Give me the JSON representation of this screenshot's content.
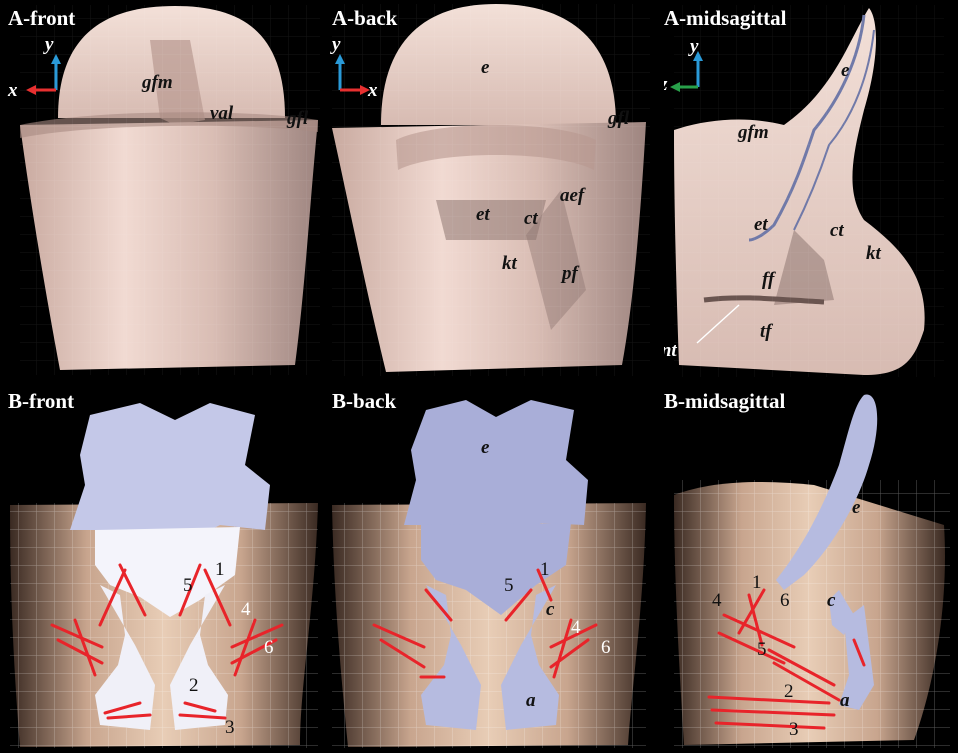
{
  "panels": {
    "a_front": {
      "title": "A-front",
      "axes": {
        "x": "x",
        "y": "y"
      },
      "labels": {
        "gfm": "gfm",
        "val": "val",
        "gfl": "gfl"
      }
    },
    "a_back": {
      "title": "A-back",
      "axes": {
        "x": "x",
        "y": "y"
      },
      "labels": {
        "e": "e",
        "gfl": "gfl",
        "et": "et",
        "ct": "ct",
        "aef": "aef",
        "kt": "kt",
        "pf": "pf"
      }
    },
    "a_mid": {
      "title": "A-midsagittal",
      "axes": {
        "z": "z",
        "y": "y"
      },
      "labels": {
        "e": "e",
        "gfm": "gfm",
        "et": "et",
        "ct": "ct",
        "kt": "kt",
        "ff": "ff",
        "vent": "vent",
        "tf": "tf"
      }
    },
    "b_front": {
      "title": "B-front",
      "numbers": {
        "n1": "1",
        "n5": "5",
        "n4": "4",
        "n6": "6",
        "n2": "2",
        "n3": "3"
      }
    },
    "b_back": {
      "title": "B-back",
      "labels": {
        "e": "e",
        "c": "c",
        "a": "a"
      },
      "numbers": {
        "n1": "1",
        "n5": "5",
        "n4": "4",
        "n6": "6"
      }
    },
    "b_mid": {
      "title": "B-midsagittal",
      "labels": {
        "e": "e",
        "c": "c",
        "a": "a"
      },
      "numbers": {
        "n1": "1",
        "n4": "4",
        "n6": "6",
        "n5": "5",
        "n2": "2",
        "n3": "3"
      }
    }
  },
  "colors": {
    "background": "#000000",
    "tissue": "#e8cfc6",
    "tissue_shadow": "#a89089",
    "cartilage": "#b8bde0",
    "muscle": "#e8242a",
    "axis_x": "#e83030",
    "axis_y": "#2a9ad8",
    "axis_z": "#28a04a"
  }
}
